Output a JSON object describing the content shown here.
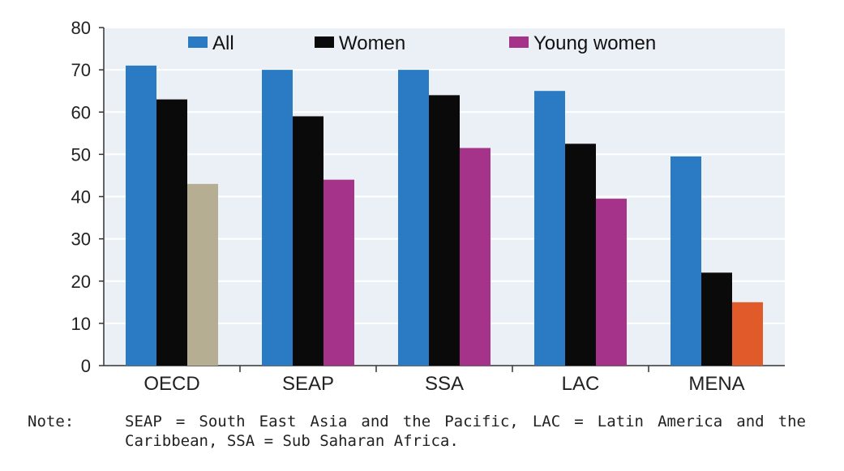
{
  "chart_data": {
    "type": "bar",
    "categories": [
      "OECD",
      "SEAP",
      "SSA",
      "LAC",
      "MENA"
    ],
    "series": [
      {
        "name": "All",
        "color": "#2a7ac4",
        "values": [
          71,
          70,
          70,
          65,
          49.5
        ]
      },
      {
        "name": "Women",
        "color": "#0a0a0a",
        "values": [
          63,
          59,
          64,
          52.5,
          22
        ]
      },
      {
        "name": "Young women",
        "color": "#a5338a",
        "values": [
          43,
          44,
          51.5,
          39.5,
          15
        ]
      }
    ],
    "bar_color_overrides": [
      {
        "series": 2,
        "category": 0,
        "color": "#b6ae92"
      },
      {
        "series": 2,
        "category": 4,
        "color": "#e05a2a"
      }
    ],
    "ylim": [
      0,
      80
    ],
    "yticks": [
      "0",
      "10",
      "20",
      "30",
      "40",
      "50",
      "60",
      "70",
      "80"
    ],
    "grid": true,
    "legend_position": "top",
    "plot_background": "#ebf0f6"
  },
  "note": {
    "key": "Note:",
    "text": "SEAP = South East Asia and the Pacific, LAC = Latin America and the Caribbean, SSA = Sub Saharan Africa."
  }
}
